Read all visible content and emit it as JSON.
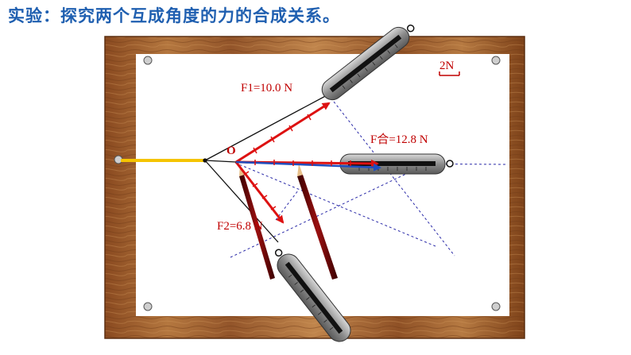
{
  "title": "实验：探究两个互成角度的力的合成关系。",
  "scale_label": "2N",
  "origin_label": "O",
  "forces": [
    {
      "label": "F1=10.0 N",
      "color": "#c00000"
    },
    {
      "label": "F2=6.8 N",
      "color": "#c00000"
    },
    {
      "label": "F合=12.8 N",
      "color": "#1f4fbf"
    }
  ],
  "colors": {
    "title": "#1f5fb0",
    "wood": "#9b5a2a",
    "paper": "#ffffff",
    "rope": "#f5c400",
    "arrow": "#dd1111",
    "resultant": "#1f4fbf"
  }
}
